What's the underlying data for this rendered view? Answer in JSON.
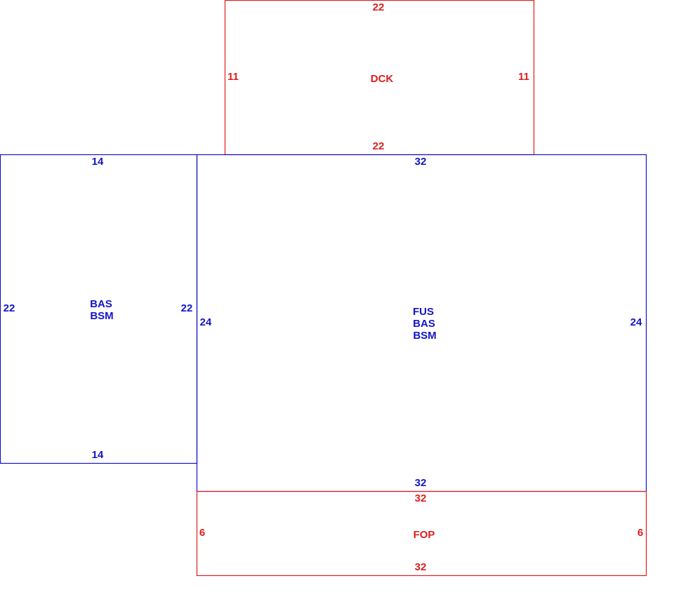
{
  "colors": {
    "living_area": "#1414c8",
    "exterior_area": "#dc1e1e"
  },
  "areas": {
    "dck": {
      "codes": [
        "DCK"
      ],
      "top": "22",
      "bottom": "22",
      "left": "11",
      "right": "11"
    },
    "left_wing": {
      "codes": [
        "BAS",
        "BSM"
      ],
      "top": "14",
      "bottom": "14",
      "left": "22",
      "right": "22"
    },
    "main": {
      "codes": [
        "FUS",
        "BAS",
        "BSM"
      ],
      "top": "32",
      "bottom": "32",
      "left": "24",
      "right": "24"
    },
    "fop": {
      "codes": [
        "FOP"
      ],
      "top": "32",
      "bottom": "32",
      "left": "6",
      "right": "6"
    }
  }
}
